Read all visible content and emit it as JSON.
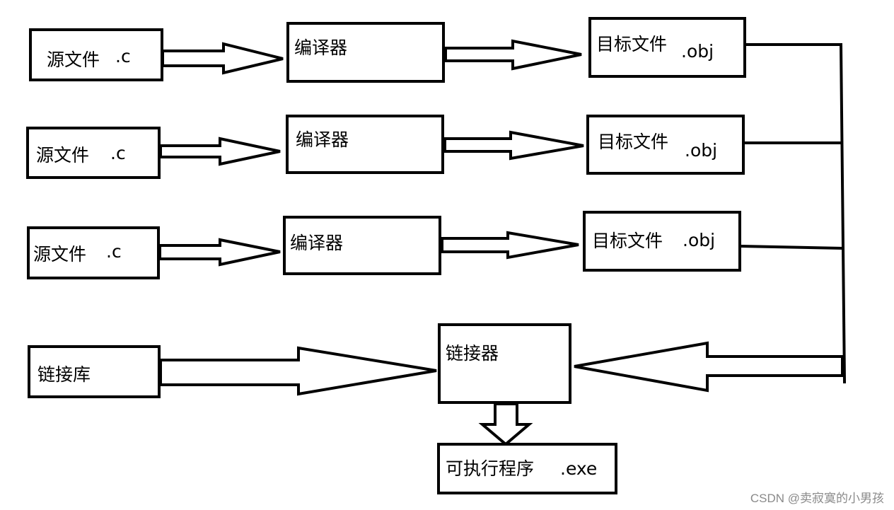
{
  "sources": [
    {
      "name": "源文件",
      "ext": ".c"
    },
    {
      "name": "源文件",
      "ext": ".c"
    },
    {
      "name": "源文件",
      "ext": ".c"
    }
  ],
  "compilers": [
    {
      "label": "编译器"
    },
    {
      "label": "编译器"
    },
    {
      "label": "编译器"
    }
  ],
  "objects": [
    {
      "name": "目标文件",
      "ext": ".obj"
    },
    {
      "name": "目标文件",
      "ext": ".obj"
    },
    {
      "name": "目标文件",
      "ext": ".obj"
    }
  ],
  "library": {
    "label": "链接库"
  },
  "linker": {
    "label": "链接器"
  },
  "output": {
    "name": "可执行程序",
    "ext": ".exe"
  },
  "watermark": "CSDN @卖寂寞的小男孩"
}
